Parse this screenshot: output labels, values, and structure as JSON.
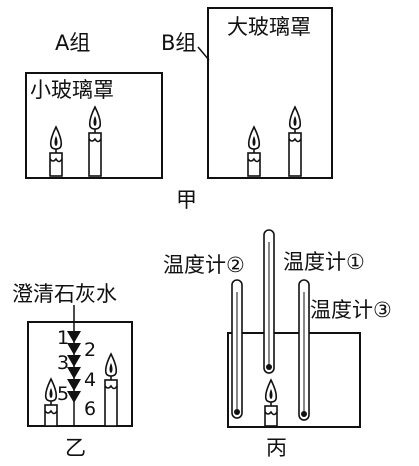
{
  "panels": {
    "jia": {
      "caption": "甲"
    },
    "yi": {
      "caption": "乙"
    },
    "bing": {
      "caption": "丙"
    }
  },
  "groups": {
    "a": {
      "name": "A组",
      "cover_label": "小玻璃罩"
    },
    "b": {
      "name": "B组",
      "cover_label": "大玻璃罩"
    }
  },
  "yi_setup": {
    "liquid_label": "澄清石灰水",
    "drop_numbers": [
      "1",
      "2",
      "3",
      "4",
      "5",
      "6"
    ]
  },
  "bing_setup": {
    "thermometers": [
      "温度计②",
      "温度计①",
      "温度计③"
    ]
  }
}
